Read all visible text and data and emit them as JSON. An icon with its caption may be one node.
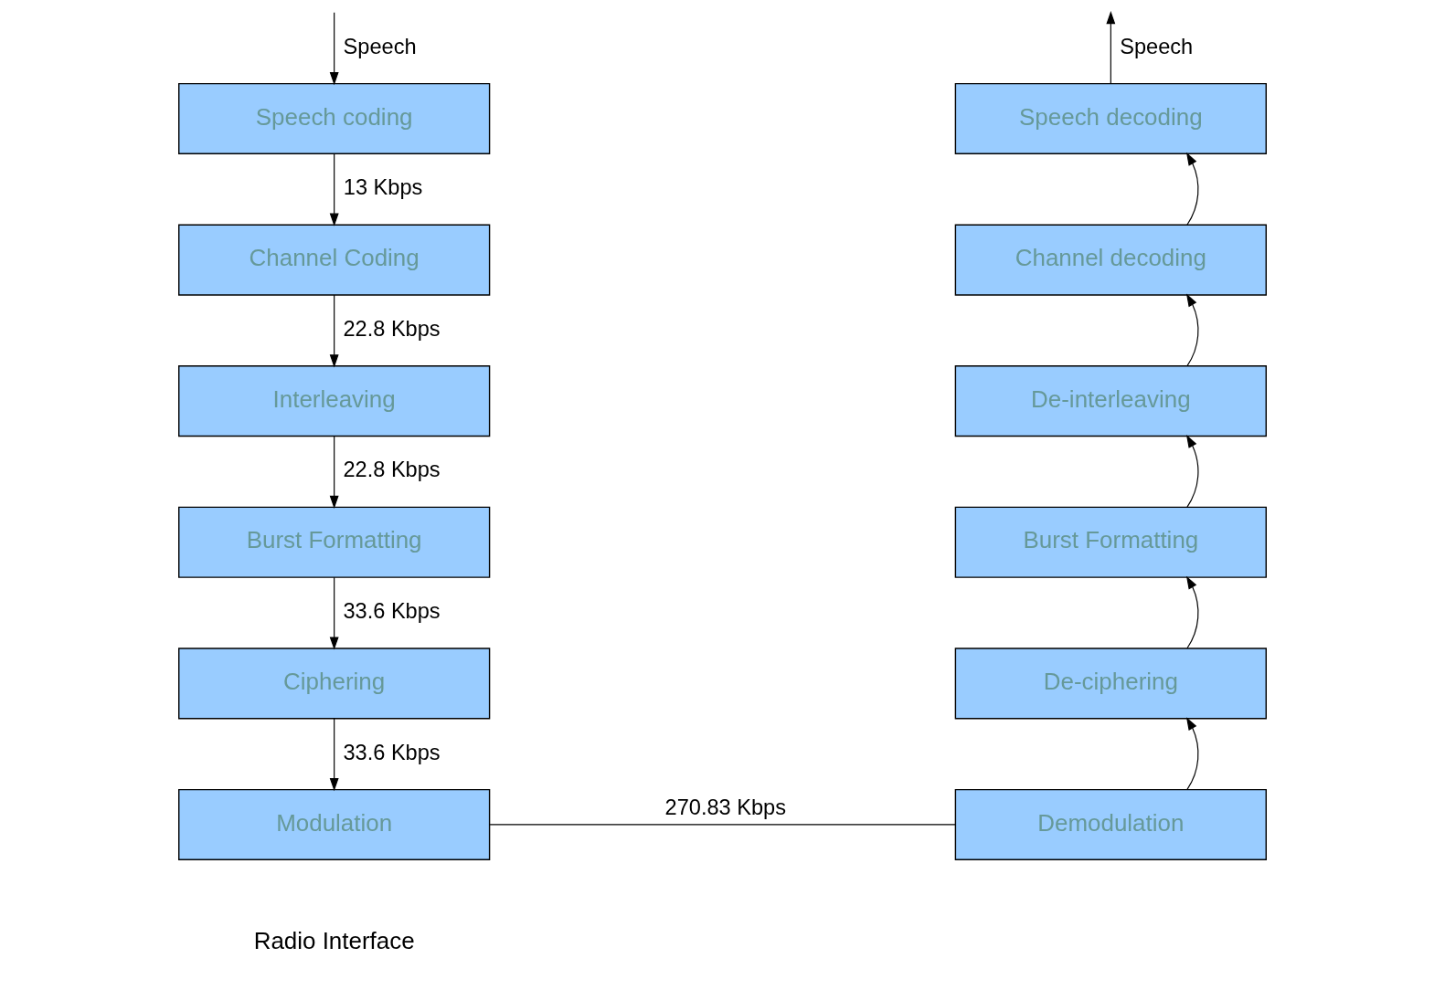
{
  "diagram": {
    "nodes": [
      {
        "text": [
          "Speech coding"
        ]
      },
      {
        "text": [
          "Channel Coding"
        ]
      },
      {
        "text": [
          "Interleaving"
        ]
      },
      {
        "text": [
          "Burst Formatting"
        ]
      },
      {
        "text": [
          "Ciphering"
        ]
      },
      {
        "text": [
          "Modulation"
        ]
      },
      {
        "text": [
          "Speech decoding"
        ]
      },
      {
        "text": [
          "Channel decoding"
        ]
      },
      {
        "text": [
          "De-interleaving"
        ]
      },
      {
        "text": [
          "Burst Formatting"
        ]
      },
      {
        "text": [
          "De-ciphering"
        ]
      },
      {
        "text": [
          "Demodulation"
        ]
      }
    ],
    "edges": [
      {
        "from": null,
        "to": 0,
        "arrow": "to",
        "label": "Speech"
      },
      {
        "from": 0,
        "to": 1,
        "arrow": "to",
        "label": "13 Kbps"
      },
      {
        "from": 1,
        "to": 2,
        "arrow": "to",
        "label": "22.8 Kbps"
      },
      {
        "from": 2,
        "to": 3,
        "arrow": "to",
        "label": "22.8 Kbps"
      },
      {
        "from": 3,
        "to": 4,
        "arrow": "to",
        "label": "33.6 Kbps"
      },
      {
        "from": 4,
        "to": 5,
        "arrow": "to",
        "label": "33.6 Kbps"
      },
      {
        "from": 5,
        "to": 11,
        "arrow": "none",
        "label": "270.83 Kbps"
      },
      {
        "from": 11,
        "to": 10,
        "arrow": "to"
      },
      {
        "from": 10,
        "to": 9,
        "arrow": "to"
      },
      {
        "from": 9,
        "to": 8,
        "arrow": "to"
      },
      {
        "from": 8,
        "to": 7,
        "arrow": "to"
      },
      {
        "from": 7,
        "to": 6,
        "arrow": "to"
      },
      {
        "from": 6,
        "to": null,
        "arrow": "to",
        "label": "Speech"
      }
    ],
    "labels": [
      "Radio Interface"
    ]
  }
}
